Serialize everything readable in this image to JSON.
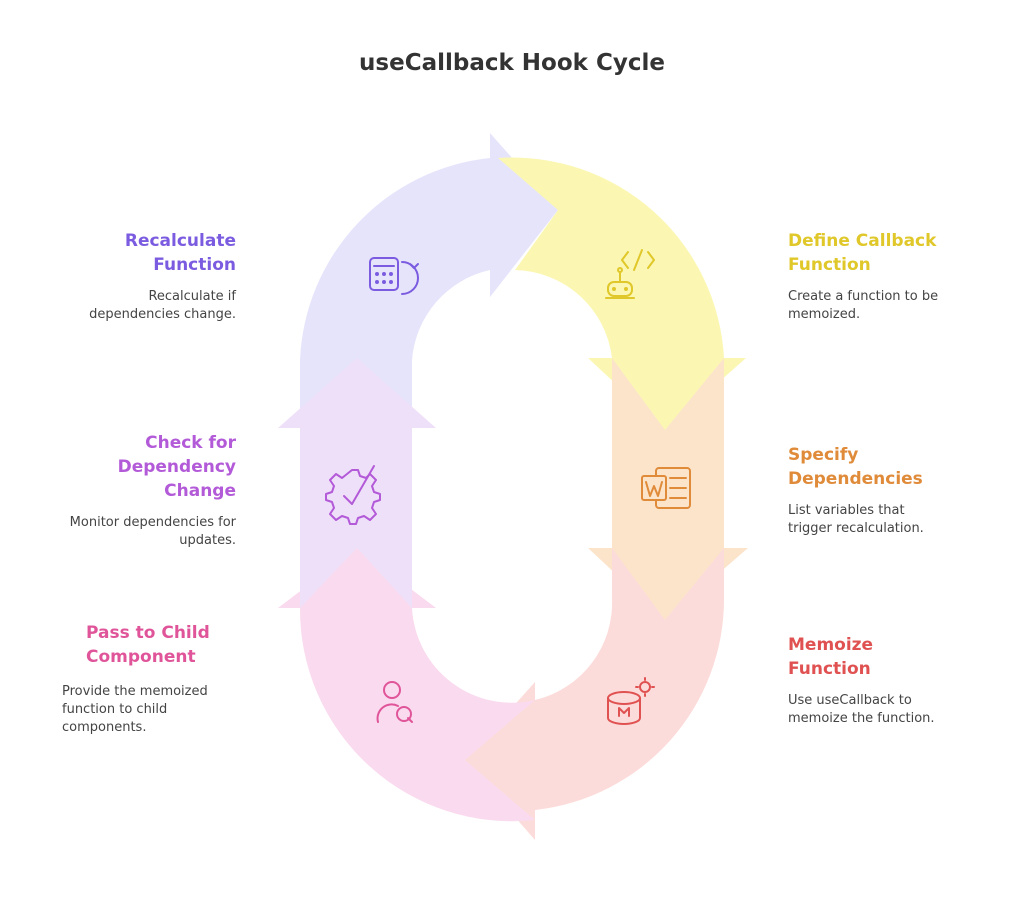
{
  "title": "useCallback Hook Cycle",
  "colors": {
    "purple_arrow": "#E6E4FB",
    "yellow_arrow": "#FBF7B3",
    "orange_arrow": "#FCE4CB",
    "coral_arrow": "#FCDCDA",
    "pink_arrow": "#FADAEE",
    "lilac_arrow": "#EFE0FA"
  },
  "steps": [
    {
      "id": "define",
      "title": "Define Callback\nFunction",
      "description": "Create a function to be\nmemoized.",
      "color": "#E0C72A",
      "icon": "code-robot-icon"
    },
    {
      "id": "specify",
      "title": "Specify\nDependencies",
      "description": "List variables that\ntrigger recalculation.",
      "color": "#E08B3A",
      "icon": "word-document-icon"
    },
    {
      "id": "memoize",
      "title": "Memoize\nFunction",
      "description": "Use useCallback to\nmemoize the function.",
      "color": "#E05252",
      "icon": "database-memo-icon"
    },
    {
      "id": "pass",
      "title": "Pass to Child\nComponent",
      "description": "Provide the memoized\nfunction to child\ncomponents.",
      "color": "#E0559A",
      "icon": "user-child-icon"
    },
    {
      "id": "check",
      "title": "Check for\nDependency\nChange",
      "description": "Monitor dependencies for\nupdates.",
      "color": "#B35AD8",
      "icon": "gear-check-icon"
    },
    {
      "id": "recalculate",
      "title": "Recalculate\nFunction",
      "description": "Recalculate if\ndependencies change.",
      "color": "#7B5CE0",
      "icon": "calculator-refresh-icon"
    }
  ]
}
